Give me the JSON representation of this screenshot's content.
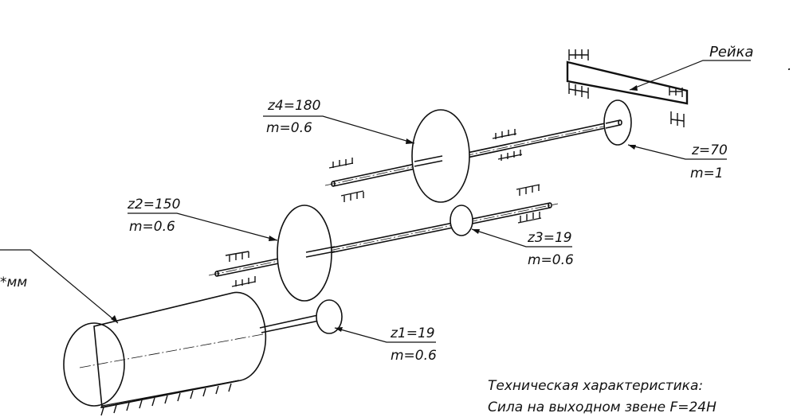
{
  "labels": {
    "rack": "Рейка",
    "z4": "z4=180",
    "m_z4": "m=0.6",
    "z2": "z2=150",
    "m_z2": "m=0.6",
    "z3": "z3=19",
    "m_z3": "m=0.6",
    "z1": "z1=19",
    "m_z1": "m=0.6",
    "z_out": "z=70",
    "m_out": "m=1",
    "motor_unit_fragment": "*мм"
  },
  "spec": {
    "title": "Техническая характеристика:",
    "line1": "Сила на выходном звене F=24Н"
  }
}
